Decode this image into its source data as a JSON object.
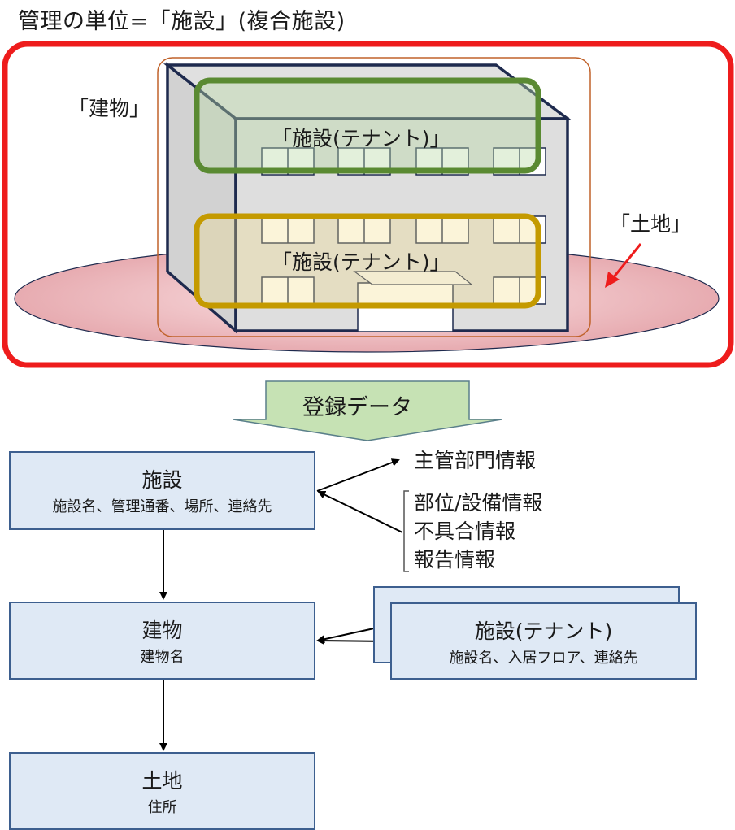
{
  "title": "管理の単位=「施設」(複合施設)",
  "illustration": {
    "building_label": "「建物」",
    "tenant_top_label": "「施設(テナント)」",
    "tenant_bottom_label": "「施設(テナント)」",
    "land_label": "「土地」"
  },
  "arrow_label": "登録データ",
  "boxes": {
    "facility": {
      "title": "施設",
      "subtitle": "施設名、管理通番、場所、連絡先"
    },
    "building": {
      "title": "建物",
      "subtitle": "建物名"
    },
    "land": {
      "title": "土地",
      "subtitle": "住所"
    },
    "tenant": {
      "title": "施設(テナント)",
      "subtitle": "施設名、入居フロア、連絡先"
    }
  },
  "related": {
    "dept": "主管部門情報",
    "items": [
      "部位/設備情報",
      "不具合情報",
      "報告情報"
    ]
  },
  "colors": {
    "red_frame": "#ee1c1c",
    "tenant_top": "#5a8a32",
    "tenant_bottom": "#c49a00",
    "building_outline": "#1e2a4e",
    "land_fill": "#e9a9ae",
    "box_fill": "#dfe9f5",
    "arrow_fill": "#c6e2b4"
  }
}
